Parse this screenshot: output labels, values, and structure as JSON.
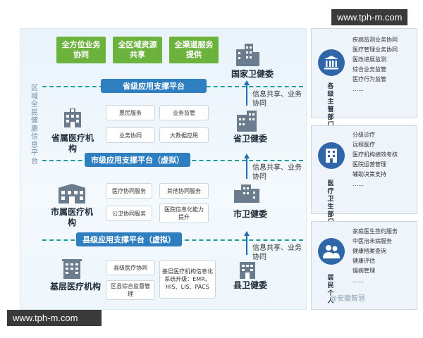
{
  "watermark_top": "www.tph-m.com",
  "watermark_bottom": "www.tph-m.com",
  "side_label": "区域全民健康信息平台",
  "top_boxes": [
    "全方位业务协同",
    "全区域资源共享",
    "全渠道服务提供"
  ],
  "platforms": {
    "provincial": "省级应用支撑平台",
    "municipal": "市级应用支撑平台（虚拟）",
    "county": "县级应用支撑平台（虚拟）"
  },
  "institutions": {
    "provincial": "省属医疗机构",
    "municipal": "市属医疗机构",
    "county": "基层医疗机构"
  },
  "services": {
    "provincial": [
      "惠民服务",
      "业务监管",
      "业务协同",
      "大数据应用"
    ],
    "municipal": [
      "医疗协同服务",
      "其他协同服务",
      "公卫协同服务",
      "医院信息化能力提升"
    ],
    "county": [
      "县级医疗协同",
      "区县综合监督管理",
      "基层医疗机构信息化系统升级：EMR、HIS、LIS、PACS"
    ]
  },
  "gov": {
    "national": "国家卫健委",
    "provincial": "省卫健委",
    "municipal": "市卫健委",
    "county": "县卫健委"
  },
  "share_text": "信息共享、业务协同",
  "right_panels": [
    {
      "title": "各级主管部门",
      "icon": "government-building-icon",
      "items": [
        "疾病监测业务协同",
        "医疗管理业务协同",
        "医改进展监测",
        "综合业务监管",
        "医疗行为监管",
        "……"
      ]
    },
    {
      "title": "医疗卫生部门",
      "icon": "hospital-building-icon",
      "items": [
        "分级诊疗",
        "远程医疗",
        "医疗机构绩效考核",
        "医院运营管理",
        "辅助决策支持",
        "……"
      ]
    },
    {
      "title": "居民个人",
      "icon": "people-icon",
      "items": [
        "家庭医生签约服务",
        "中医治未病服务",
        "健康档案查询",
        "健康评估",
        "慢病管理",
        "……"
      ]
    }
  ],
  "corner_watermark": "@安徽智慧",
  "colors": {
    "green": "#6cb33e",
    "platform_blue": "#2f7fc0",
    "dash_teal": "#1f9d9b",
    "icon_blue": "#2e66a8"
  }
}
